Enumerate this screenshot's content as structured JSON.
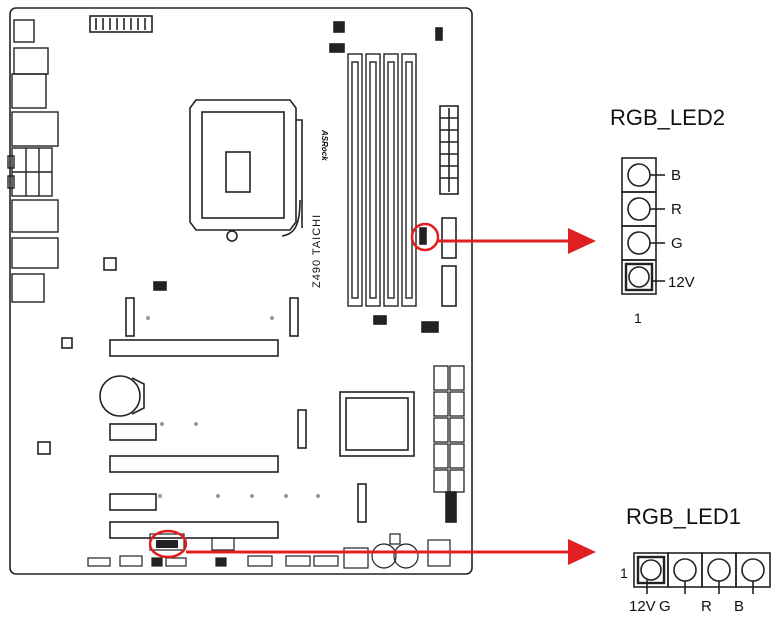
{
  "board": {
    "brand": "ASRock",
    "model": "Z490 TAICHI"
  },
  "callouts": {
    "accent_color": "#e02020",
    "rgb_led2": {
      "title": "RGB_LED2",
      "pin_one": "1",
      "pins": [
        "B",
        "R",
        "G",
        "12V"
      ]
    },
    "rgb_led1": {
      "title": "RGB_LED1",
      "pin_one": "1",
      "pins": [
        "12V",
        "G",
        "R",
        "B"
      ]
    }
  }
}
